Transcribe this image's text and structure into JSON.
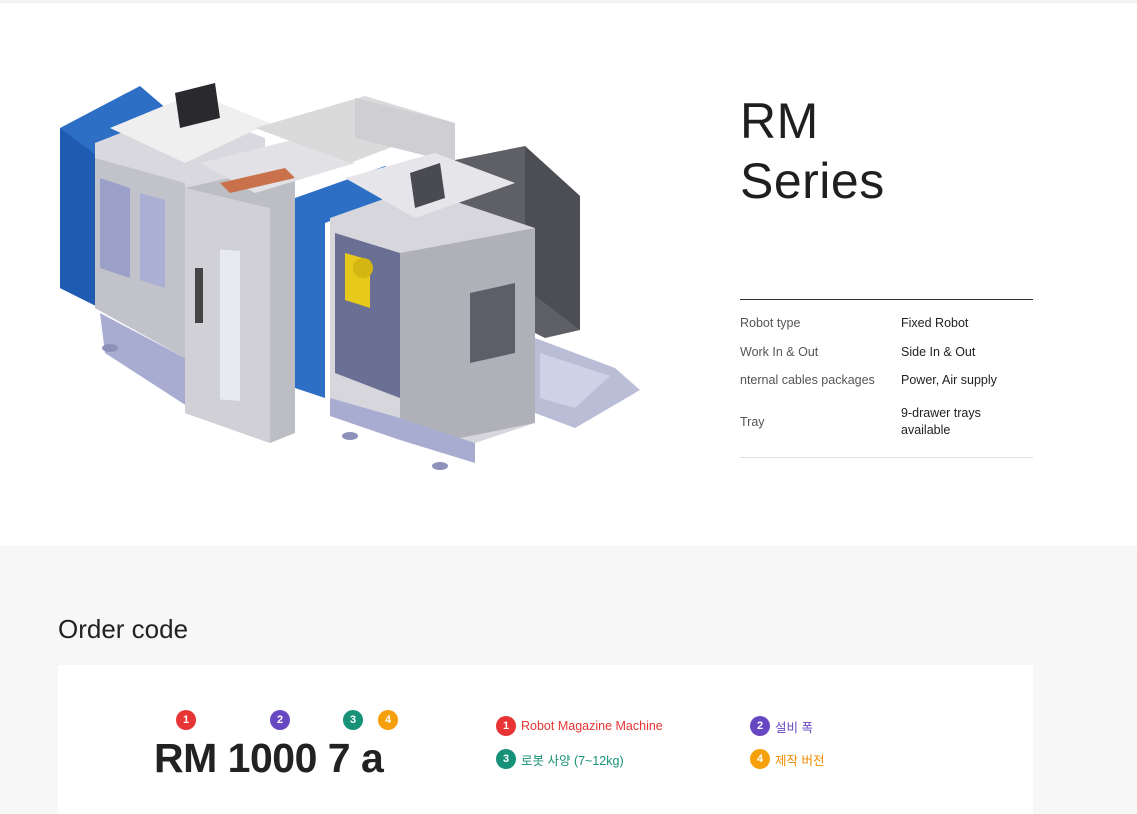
{
  "series": {
    "title_line1": "RM",
    "title_line2": "Series"
  },
  "specs": [
    {
      "label": "Robot type",
      "value": "Fixed Robot"
    },
    {
      "label": "Work In & Out",
      "value": "Side In & Out"
    },
    {
      "label": "nternal cables packages",
      "value": "Power, Air supply"
    },
    {
      "label": "Tray",
      "value": "9-drawer trays available"
    }
  ],
  "order": {
    "title": "Order code",
    "code_parts": [
      "RM",
      "1000",
      "7",
      "a"
    ],
    "badges": [
      "1",
      "2",
      "3",
      "4"
    ],
    "legend": [
      {
        "num": "1",
        "text": "Robot Magazine Machine",
        "color": "#e83434"
      },
      {
        "num": "2",
        "text": "설비 폭",
        "color": "#6848c2"
      },
      {
        "num": "3",
        "text": "로봇 사양 (7~12kg)",
        "color": "#179178"
      },
      {
        "num": "4",
        "text": "제작 버전",
        "color": "#f5a00a"
      }
    ]
  },
  "icons": {
    "machine_illustration": "cnc-robot-magazine-machine-illustration"
  }
}
